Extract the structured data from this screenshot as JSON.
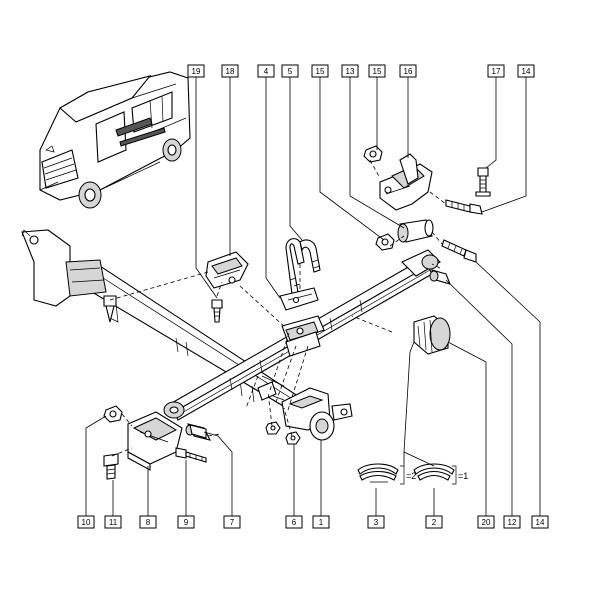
{
  "top_labels": [
    "19",
    "18",
    "4",
    "5",
    "15",
    "13",
    "15",
    "16",
    "17",
    "14"
  ],
  "bottom_labels": [
    "10",
    "11",
    "8",
    "9",
    "7",
    "6",
    "1",
    "3",
    "2",
    "20",
    "12",
    "14"
  ],
  "leaf_notes": {
    "left_eq": "=2",
    "right_eq": "=1"
  }
}
